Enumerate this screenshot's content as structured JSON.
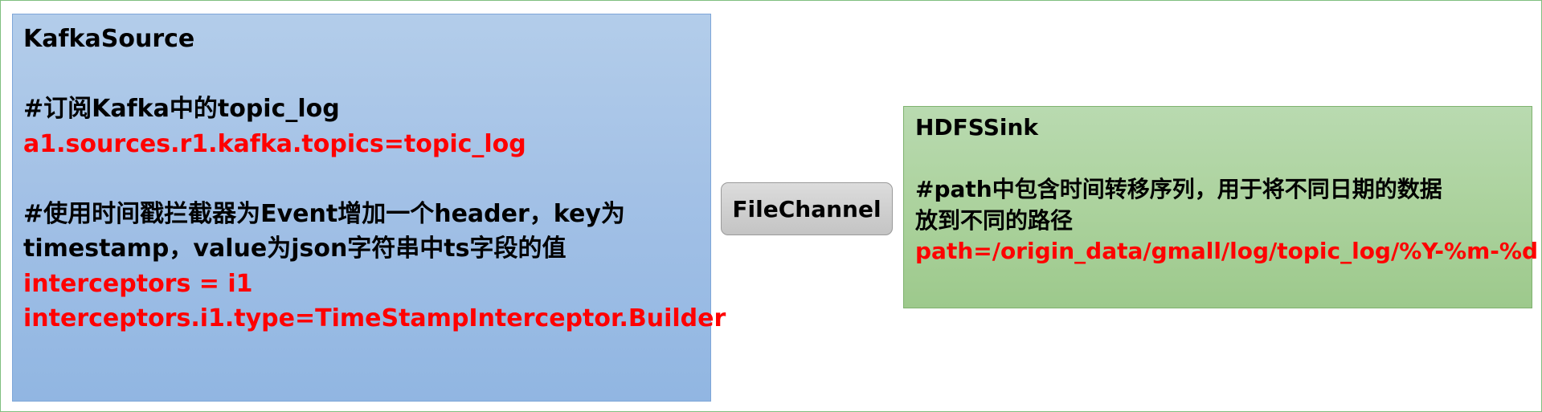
{
  "kafka_source": {
    "title": "KafkaSource",
    "comment1": "#订阅Kafka中的topic_log",
    "config1": "a1.sources.r1.kafka.topics=topic_log",
    "comment2_line1": "#使用时间戳拦截器为Event增加一个header，key为",
    "comment2_line2": "timestamp，value为json字符串中ts字段的值",
    "config2": "interceptors = i1",
    "config3": "interceptors.i1.type=TimeStampInterceptor.Builder"
  },
  "file_channel": {
    "label": "FileChannel"
  },
  "hdfs_sink": {
    "title": "HDFSSink",
    "comment_line1": "#path中包含时间转移序列，用于将不同日期的数据",
    "comment_line2": "放到不同的路径",
    "config": "path=/origin_data/gmall/log/topic_log/%Y-%m-%d"
  },
  "colors": {
    "kafka_fill": "#a3c1e6",
    "hdfs_fill": "#add39f",
    "channel_fill": "#c8c8c8",
    "config_text": "#ff0000"
  }
}
